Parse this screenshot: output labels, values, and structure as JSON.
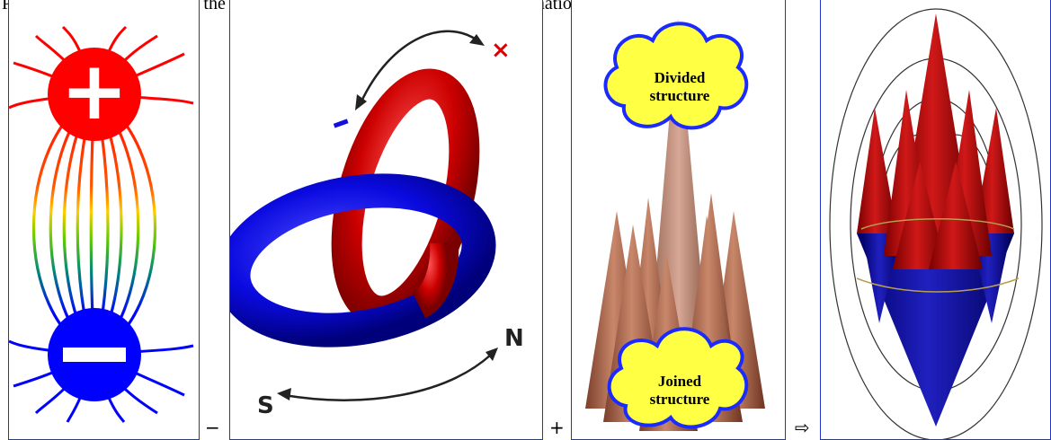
{
  "caption": "Principles are meeting with the above derived energy with power transformation principles.",
  "operators": {
    "minus": "−",
    "plus": "+",
    "implies": "⇨"
  },
  "panel1": {
    "plus_sign": "+",
    "minus_sign": "−"
  },
  "panel2": {
    "plus_mark": "×",
    "minus_mark": "−",
    "north_label": "N",
    "south_label": "S"
  },
  "panel3": {
    "divided_line1": "Divided",
    "divided_line2": "structure",
    "joined_line1": "Joined",
    "joined_line2": "structure"
  },
  "colors": {
    "border": "#2233cc",
    "red": "#e00000",
    "blue": "#1010e0",
    "cone_brown": "#a86a50",
    "cloud_fill": "#ffff44",
    "cloud_stroke": "#1b2bff"
  }
}
